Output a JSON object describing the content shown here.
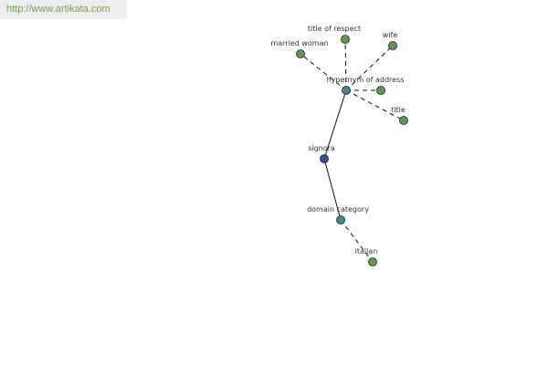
{
  "banner": {
    "url": "http://www.artikata.com"
  },
  "colors": {
    "leaf": "#5e9a4e",
    "hub": "#3e8a92",
    "center": "#404a9a",
    "edge": "#111111"
  },
  "graph": {
    "nodes": [
      {
        "id": "signora",
        "label": "signora",
        "kind": "center"
      },
      {
        "id": "hypernym",
        "label": "hypernym of address",
        "kind": "hub"
      },
      {
        "id": "domain",
        "label": "domain category",
        "kind": "hub"
      },
      {
        "id": "married",
        "label": "married woman",
        "kind": "leaf"
      },
      {
        "id": "respect",
        "label": "title of respect",
        "kind": "leaf"
      },
      {
        "id": "wife",
        "label": "wife",
        "kind": "leaf"
      },
      {
        "id": "address",
        "label": "",
        "kind": "leaf"
      },
      {
        "id": "title",
        "label": "title",
        "kind": "leaf"
      },
      {
        "id": "italian",
        "label": "italian",
        "kind": "leaf"
      }
    ],
    "edges": [
      {
        "from": "signora",
        "to": "hypernym",
        "style": "solid"
      },
      {
        "from": "signora",
        "to": "domain",
        "style": "solid"
      },
      {
        "from": "hypernym",
        "to": "married",
        "style": "dashed"
      },
      {
        "from": "hypernym",
        "to": "respect",
        "style": "dashed"
      },
      {
        "from": "hypernym",
        "to": "wife",
        "style": "dashed"
      },
      {
        "from": "hypernym",
        "to": "address",
        "style": "dashed"
      },
      {
        "from": "hypernym",
        "to": "title",
        "style": "dashed"
      },
      {
        "from": "domain",
        "to": "italian",
        "style": "dashed"
      }
    ]
  }
}
